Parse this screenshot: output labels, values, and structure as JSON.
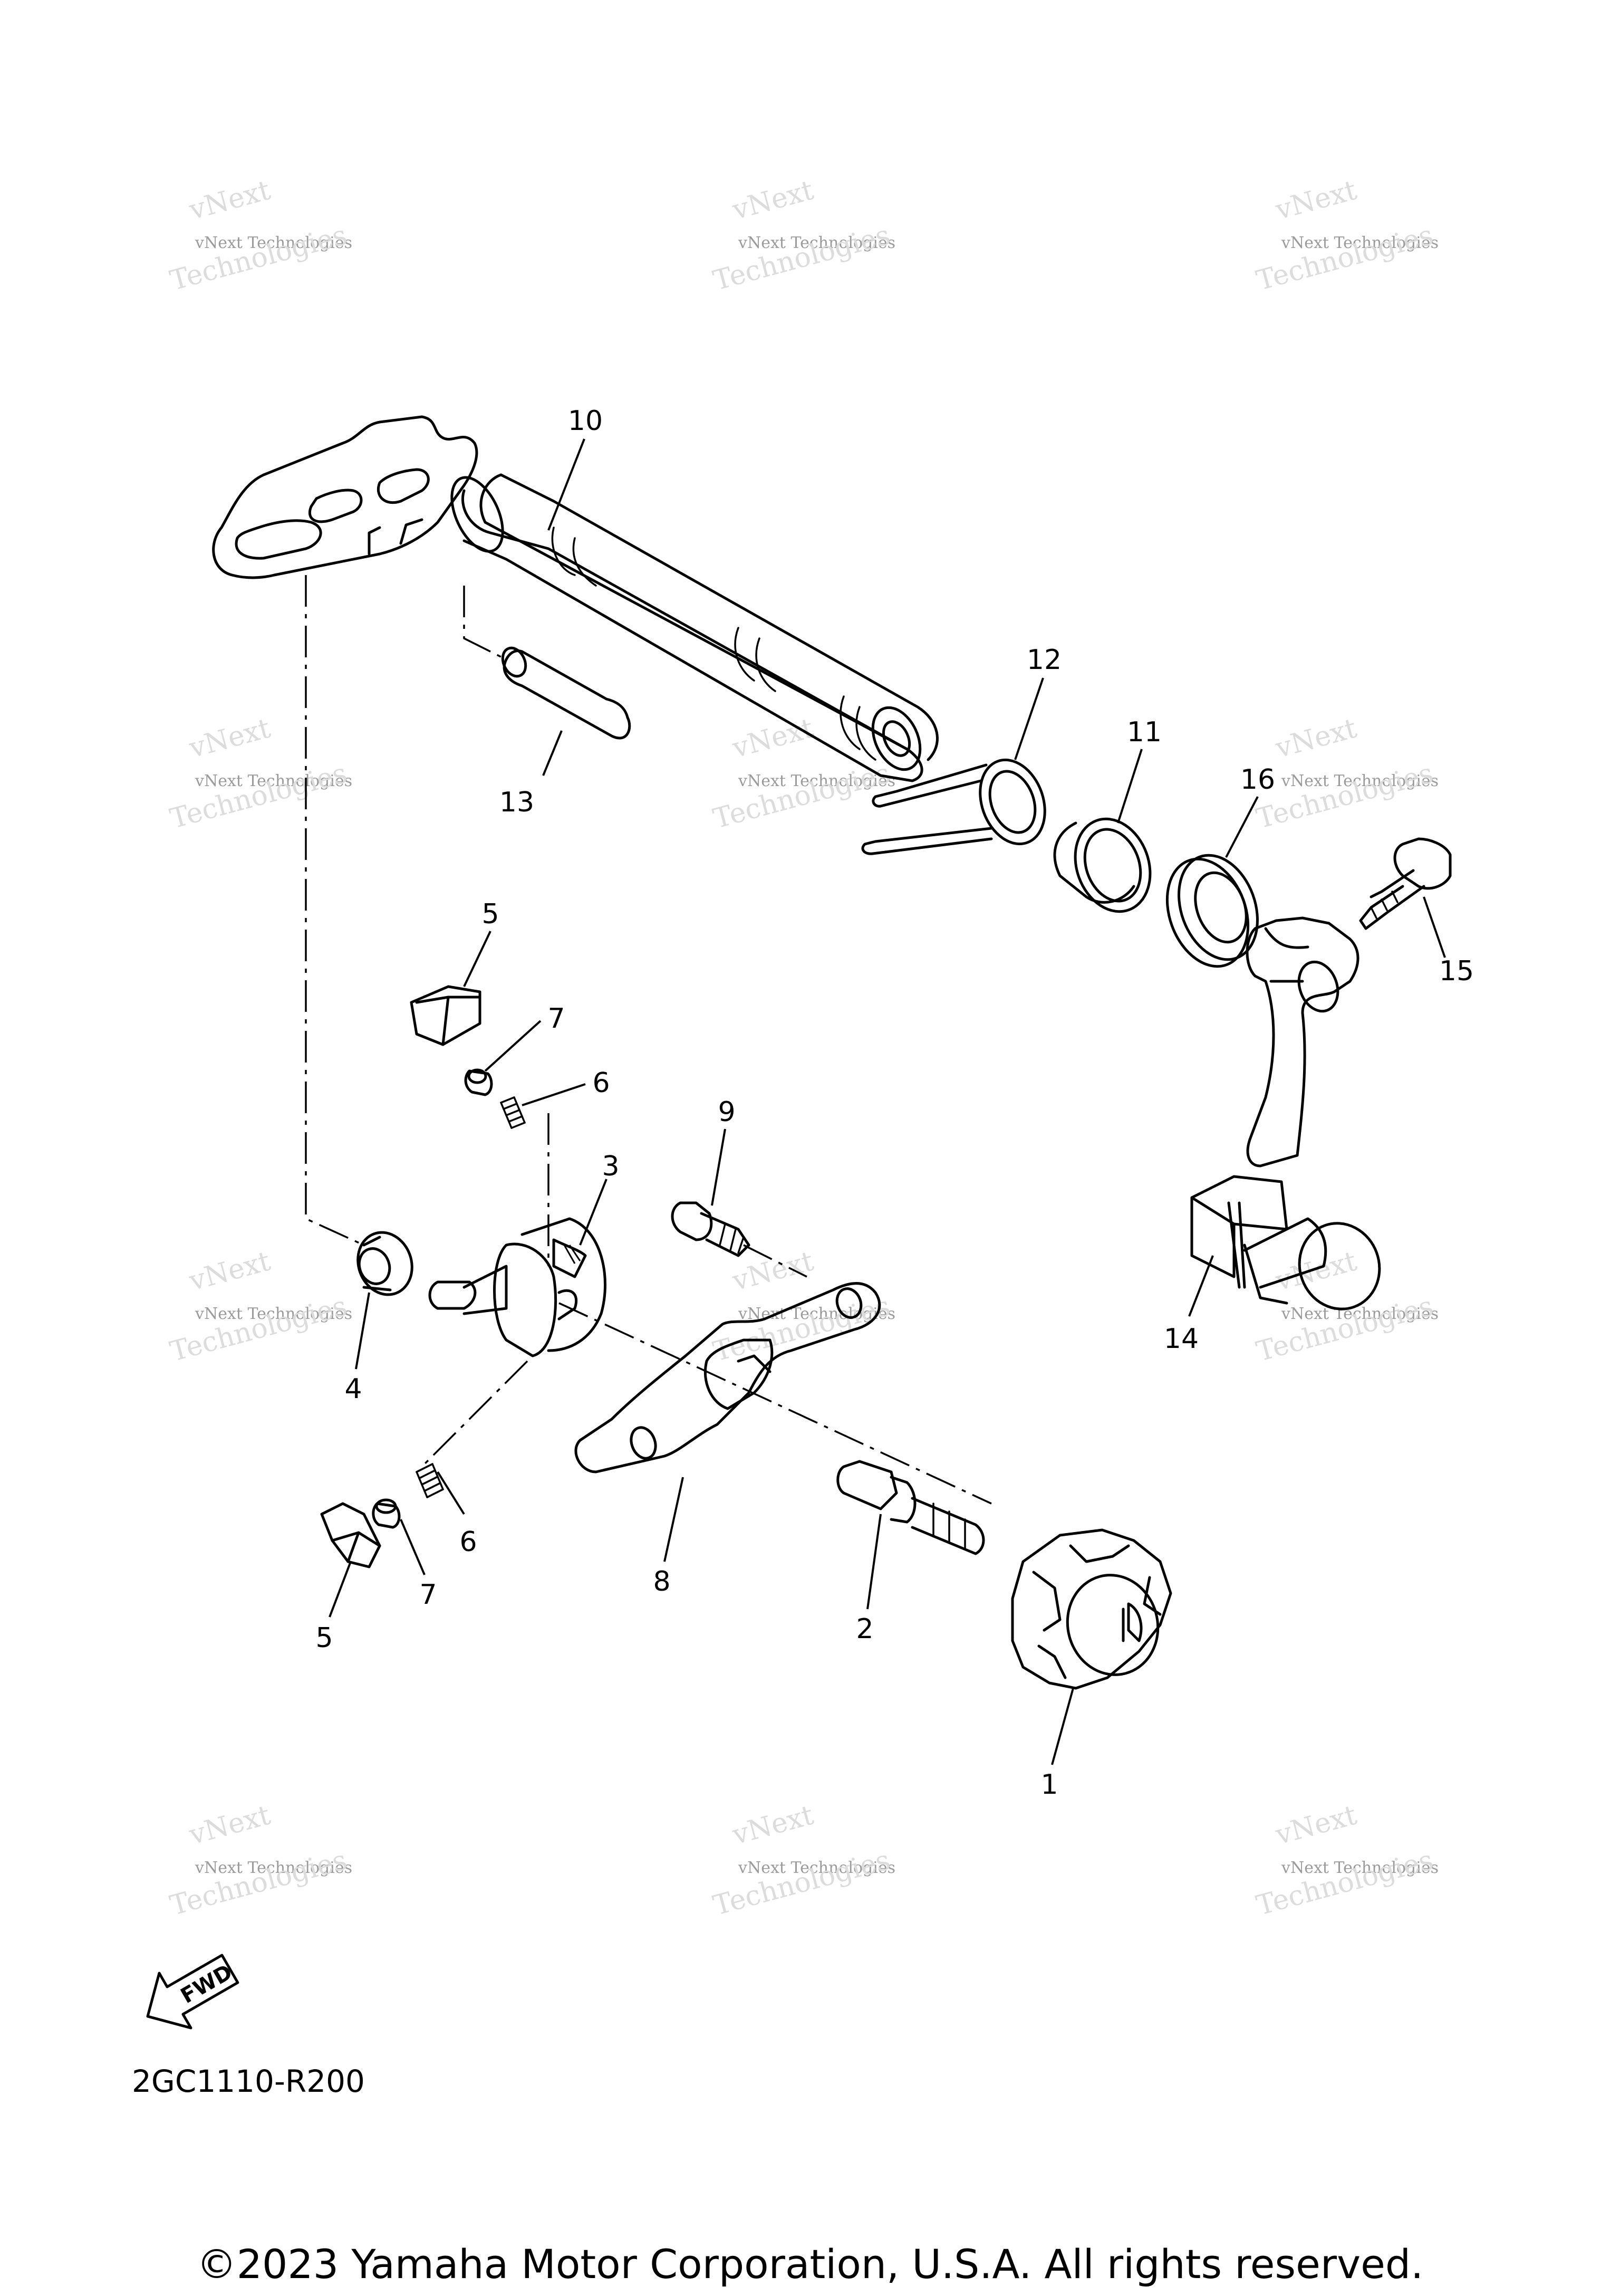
{
  "diagram_code": "2GC1110-R200",
  "copyright": "©2023 Yamaha Motor Corporation, U.S.A. All rights reserved.",
  "fwd_label": "FWD",
  "watermark": {
    "line1": "vNext",
    "line2": "vNext Technologies",
    "line3": "Technologies"
  },
  "callouts": [
    "1",
    "2",
    "3",
    "4",
    "5",
    "5",
    "6",
    "6",
    "7",
    "7",
    "8",
    "9",
    "10",
    "11",
    "12",
    "13",
    "14",
    "15",
    "16"
  ]
}
